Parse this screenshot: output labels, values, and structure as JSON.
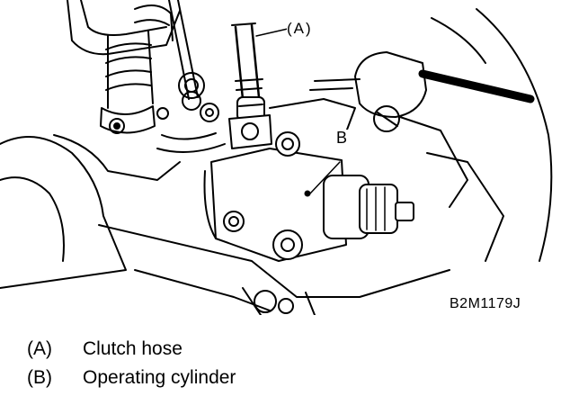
{
  "callouts": {
    "a": "(A)",
    "b": "B"
  },
  "figure_code": "B2M1179J",
  "legend": [
    {
      "key": "(A)",
      "text": "Clutch hose"
    },
    {
      "key": "(B)",
      "text": "Operating cylinder"
    }
  ]
}
